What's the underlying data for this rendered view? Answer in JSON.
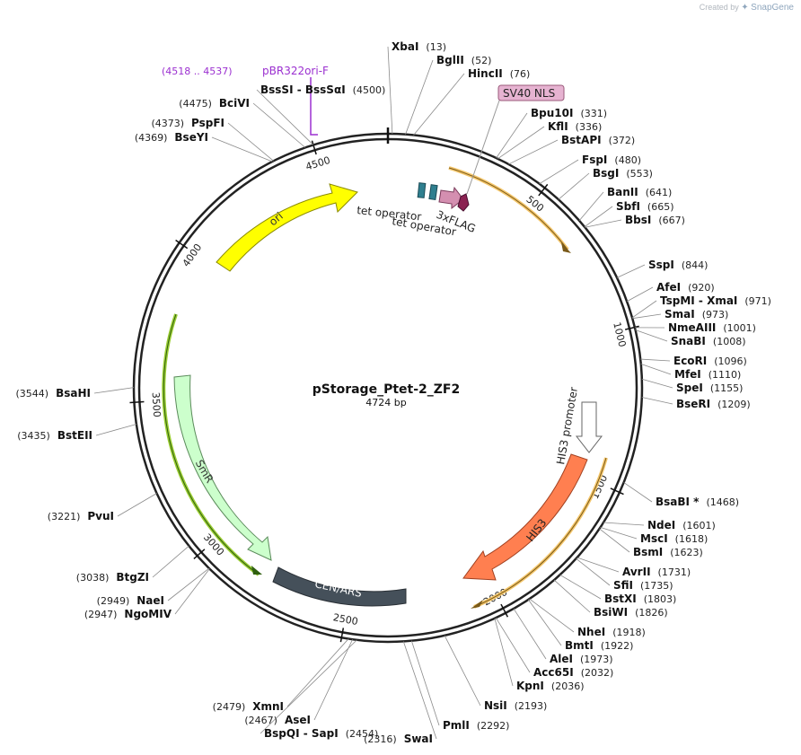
{
  "watermark": {
    "created_by": "Created by",
    "brand": "SnapGene"
  },
  "plasmid": {
    "name": "pStorage_Ptet-2_ZF2",
    "size_label": "4724 bp",
    "length": 4724
  },
  "ticks": [
    "500",
    "1000",
    "1500",
    "2000",
    "2500",
    "3000",
    "3500",
    "4000",
    "4500"
  ],
  "colors": {
    "ori": "#ffff00",
    "smr": "#ccffcc",
    "cen_ars": "#45505a",
    "his3": "#ff7f50",
    "his3_promoter": "#ffffff",
    "tet_operator": "#2f7f8f",
    "flag": "#d48fb0",
    "nls": "#8b2252",
    "primer": "#9b30d0",
    "highlight_yellow": "#f4c66b",
    "highlight_green": "#9acd32"
  },
  "features": [
    {
      "name": "ori",
      "label": "ori"
    },
    {
      "name": "SmR",
      "label": "SmR"
    },
    {
      "name": "CEN/ARS",
      "label": "CEN/ARS"
    },
    {
      "name": "HIS3",
      "label": "HIS3"
    },
    {
      "name": "HIS3 promoter",
      "label": "HIS3 promoter"
    },
    {
      "name": "tet operator 1",
      "label": "tet operator"
    },
    {
      "name": "tet operator 2",
      "label": "tet operator"
    },
    {
      "name": "3xFLAG",
      "label": "3xFLAG"
    },
    {
      "name": "SV40 NLS",
      "label": "SV40 NLS"
    }
  ],
  "primer": {
    "label": "pBR322ori-F",
    "range": "(4518 .. 4537)"
  },
  "sites": [
    {
      "name": "XbaI",
      "pos": "(13)"
    },
    {
      "name": "BglII",
      "pos": "(52)"
    },
    {
      "name": "HincII",
      "pos": "(76)"
    },
    {
      "name": "Bpu10I",
      "pos": "(331)"
    },
    {
      "name": "KflI",
      "pos": "(336)"
    },
    {
      "name": "BstAPI",
      "pos": "(372)"
    },
    {
      "name": "FspI",
      "pos": "(480)"
    },
    {
      "name": "BsgI",
      "pos": "(553)"
    },
    {
      "name": "BanII",
      "pos": "(641)"
    },
    {
      "name": "SbfI",
      "pos": "(665)"
    },
    {
      "name": "BbsI",
      "pos": "(667)"
    },
    {
      "name": "SspI",
      "pos": "(844)"
    },
    {
      "name": "AfeI",
      "pos": "(920)"
    },
    {
      "name": "TspMI",
      "name2": "XmaI",
      "pos": "(971)"
    },
    {
      "name": "SmaI",
      "pos": "(973)"
    },
    {
      "name": "NmeAIII",
      "pos": "(1001)"
    },
    {
      "name": "SnaBI",
      "pos": "(1008)"
    },
    {
      "name": "EcoRI",
      "pos": "(1096)"
    },
    {
      "name": "MfeI",
      "pos": "(1110)"
    },
    {
      "name": "SpeI",
      "pos": "(1155)"
    },
    {
      "name": "BseRI",
      "pos": "(1209)"
    },
    {
      "name": "BsaBI *",
      "pos": "(1468)"
    },
    {
      "name": "NdeI",
      "pos": "(1601)"
    },
    {
      "name": "MscI",
      "pos": "(1618)"
    },
    {
      "name": "BsmI",
      "pos": "(1623)"
    },
    {
      "name": "AvrII",
      "pos": "(1731)"
    },
    {
      "name": "SfiI",
      "pos": "(1735)"
    },
    {
      "name": "BstXI",
      "pos": "(1803)"
    },
    {
      "name": "BsiWI",
      "pos": "(1826)"
    },
    {
      "name": "NheI",
      "pos": "(1918)"
    },
    {
      "name": "BmtI",
      "pos": "(1922)"
    },
    {
      "name": "AleI",
      "pos": "(1973)"
    },
    {
      "name": "Acc65I",
      "pos": "(2032)"
    },
    {
      "name": "KpnI",
      "pos": "(2036)"
    },
    {
      "name": "NsiI",
      "pos": "(2193)"
    },
    {
      "name": "PmlI",
      "pos": "(2292)"
    },
    {
      "name": "SwaI",
      "pos": "(2316)"
    },
    {
      "name": "BspQI",
      "name2": "SapI",
      "pos": "(2454)"
    },
    {
      "name": "AseI",
      "pos": "(2467)"
    },
    {
      "name": "XmnI",
      "pos": "(2479)"
    },
    {
      "name": "NgoMIV",
      "pos": "(2947)"
    },
    {
      "name": "NaeI",
      "pos": "(2949)"
    },
    {
      "name": "BtgZI",
      "pos": "(3038)"
    },
    {
      "name": "PvuI",
      "pos": "(3221)"
    },
    {
      "name": "BstEII",
      "pos": "(3435)"
    },
    {
      "name": "BsaHI",
      "pos": "(3544)"
    },
    {
      "name": "BseYI",
      "pos": "(4369)"
    },
    {
      "name": "PspFI",
      "pos": "(4373)"
    },
    {
      "name": "BciVI",
      "pos": "(4475)"
    },
    {
      "name": "BssSI",
      "name2": "BssSαI",
      "pos": "(4500)"
    }
  ]
}
